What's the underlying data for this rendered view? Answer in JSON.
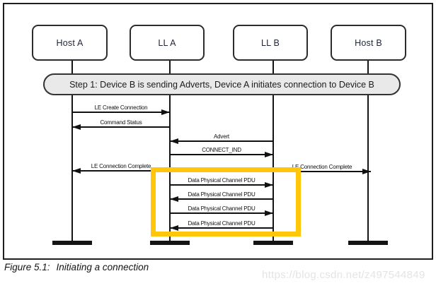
{
  "diagram": {
    "actors": [
      {
        "label": "Host A"
      },
      {
        "label": "LL A"
      },
      {
        "label": "LL B"
      },
      {
        "label": "Host B"
      }
    ],
    "banner": {
      "text": "Step 1: Device B is sending Adverts, Device A initiates connection to Device B"
    },
    "messages": [
      {
        "label": "LE Create Connection",
        "from": "Host A",
        "to": "LL A",
        "direction": "right"
      },
      {
        "label": "Command Status",
        "from": "LL A",
        "to": "Host A",
        "direction": "left"
      },
      {
        "label": "Advert",
        "from": "LL B",
        "to": "LL A",
        "direction": "left"
      },
      {
        "label": "CONNECT_IND",
        "from": "LL A",
        "to": "LL B",
        "direction": "right"
      },
      {
        "label": "LE Connection Complete",
        "from": "LL A",
        "to": "Host A",
        "direction": "left"
      },
      {
        "label": "LE Connection Complete",
        "from": "LL B",
        "to": "Host B",
        "direction": "right"
      },
      {
        "label": "Data Physical Channel PDU",
        "from": "LL A",
        "to": "LL B",
        "direction": "right"
      },
      {
        "label": "Data Physical Channel PDU",
        "from": "LL B",
        "to": "LL A",
        "direction": "left"
      },
      {
        "label": "Data Physical Channel PDU",
        "from": "LL A",
        "to": "LL B",
        "direction": "right"
      },
      {
        "label": "Data Physical Channel PDU",
        "from": "LL B",
        "to": "LL A",
        "direction": "left"
      }
    ],
    "highlight_color": "#ffc60a",
    "caption": {
      "figure_label": "Figure 5.1:",
      "text": "Initiating a connection"
    },
    "watermark": "https://blog.csdn.net/z497544849"
  }
}
